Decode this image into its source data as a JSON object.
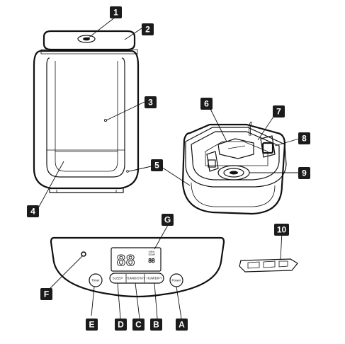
{
  "callouts": {
    "c1": "1",
    "c2": "2",
    "c3": "3",
    "c4": "4",
    "c5": "5",
    "c6": "6",
    "c7": "7",
    "c8": "8",
    "c9": "9",
    "c10": "10",
    "cA": "A",
    "cB": "B",
    "cC": "C",
    "cD": "D",
    "cE": "E",
    "cF": "F",
    "cG": "G"
  },
  "panel": {
    "display_digits": "88",
    "display_small_top": "%RH",
    "display_small_mid": "TEMP",
    "btn_timer": "Timer",
    "btn_sleep": "SLEEP",
    "btn_humidistat": "HUMIDISTAT",
    "btn_humidify": "HUMIDIFY",
    "btn_power": "Power"
  },
  "colors": {
    "badge": "#1b1b1b",
    "ink": "#111111",
    "background": "#ffffff"
  }
}
